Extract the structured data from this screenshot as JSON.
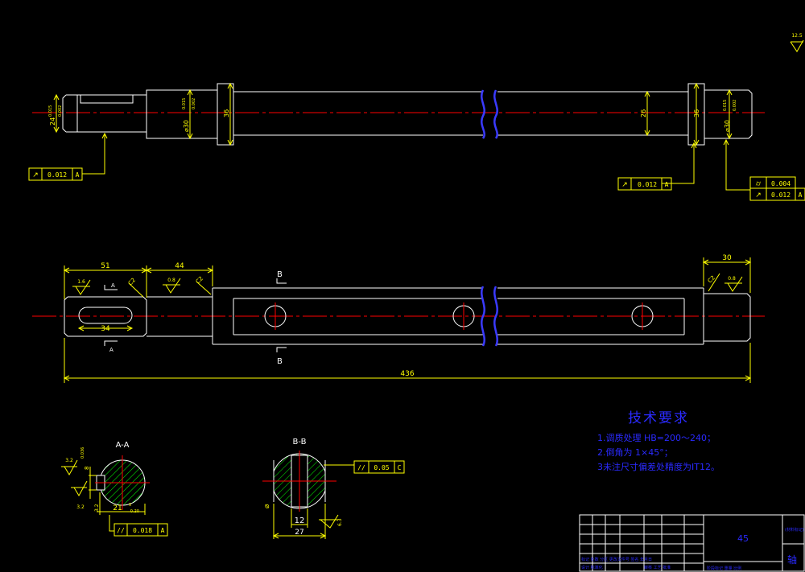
{
  "colors": {
    "background": "#000000",
    "outline": "#ffffff",
    "centerline": "#ff0000",
    "dimension": "#ffff00",
    "hatch": "#00ff00",
    "notes": "#2a2aff",
    "break_mark": "#3a3aff"
  },
  "top_right": {
    "roughness": "12.5"
  },
  "front_view": {
    "dims": {
      "left_journal": "24",
      "left_journal_tol_upper": "0.015",
      "left_journal_tol_lower": "0.002",
      "bearing_left": "⌀30",
      "bearing_left_tol_upper": "0.015",
      "bearing_left_tol_lower": "0.002",
      "shoulder_left": "36",
      "body": "26",
      "shoulder_right": "36",
      "bearing_right": "⌀30",
      "bearing_right_tol_upper": "0.015",
      "bearing_right_tol_lower": "0.002"
    },
    "fcf_left": {
      "symbol": "↗",
      "value": "0.012",
      "datum": "A"
    },
    "fcf_mid": {
      "symbol": "↗",
      "value": "0.012",
      "datum": "A"
    },
    "fcf_right_1": {
      "symbol": "⌭",
      "value": "0.004"
    },
    "fcf_right_2": {
      "symbol": "↗",
      "value": "0.012",
      "datum": "A"
    }
  },
  "plan_view": {
    "dims": {
      "d51": "51",
      "d44": "44",
      "d30": "30",
      "d34": "34",
      "d436": "436"
    },
    "roughness": {
      "r1": "1.6",
      "r2": "0.8",
      "r3": "0.8"
    },
    "chamfers": {
      "c1": "C2",
      "c2": "C2",
      "c3": "C2"
    },
    "section_a_label": "A",
    "section_b_label": "B"
  },
  "section_aa": {
    "title": "A-A",
    "roughness_top": "3.2",
    "roughness_bottom": "3.2",
    "key_width": "8",
    "key_width_tol": "0.036",
    "depth_left": "3.2",
    "depth": "21",
    "depth_tol_upper": "0",
    "depth_tol_lower": "-0.20",
    "fcf": {
      "symbol": "//",
      "value": "0.018",
      "datum": "A"
    }
  },
  "section_bb": {
    "title": "B-B",
    "dia_label": "⌀",
    "width": "12",
    "overall": "27",
    "roughness": "6.3",
    "fcf": {
      "symbol": "//",
      "value": "0.05",
      "datum": "C"
    }
  },
  "tech_req": {
    "title": "技术要求",
    "items": [
      "1.调质处理 HB=200～240；",
      "2.倒角为 1×45°；",
      "3未注尺寸偏差处精度为IT12。"
    ]
  },
  "title_block": {
    "material": "45",
    "row_labels": "标记 处数 分区 更改文件号 签名 年月日",
    "design_row": "设计 标准化",
    "check_row": "审核 工艺 批准",
    "stage": "阶段标记 重量 比例",
    "right_top": "(材料标记)",
    "right_bottom": "轴"
  }
}
